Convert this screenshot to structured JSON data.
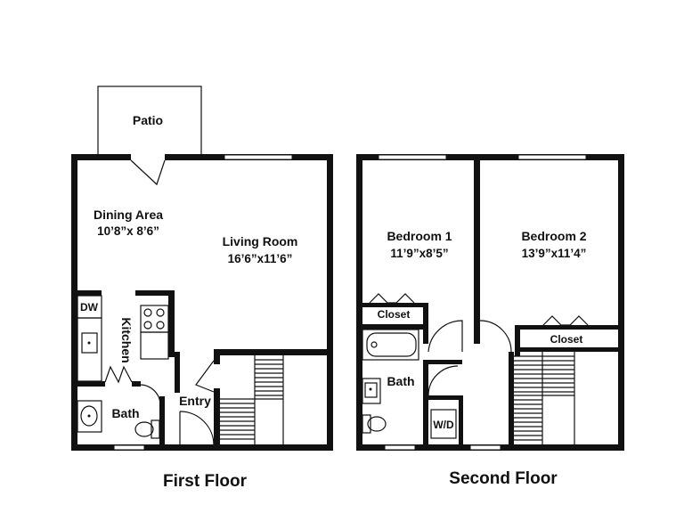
{
  "first_floor": {
    "title": "First Floor",
    "patio": "Patio",
    "dining": {
      "name": "Dining Area",
      "size": "10’8”x 8’6”"
    },
    "living": {
      "name": "Living Room",
      "size": "16’6”x11’6”"
    },
    "dw": "DW",
    "kitchen": "Kitchen",
    "bath": "Bath",
    "entry": "Entry"
  },
  "second_floor": {
    "title": "Second Floor",
    "bedroom1": {
      "name": "Bedroom 1",
      "size": "11’9”x8’5”"
    },
    "bedroom2": {
      "name": "Bedroom 2",
      "size": "13’9”x11’4”"
    },
    "closet1": "Closet",
    "closet2": "Closet",
    "bath": "Bath",
    "wd": "W/D"
  }
}
